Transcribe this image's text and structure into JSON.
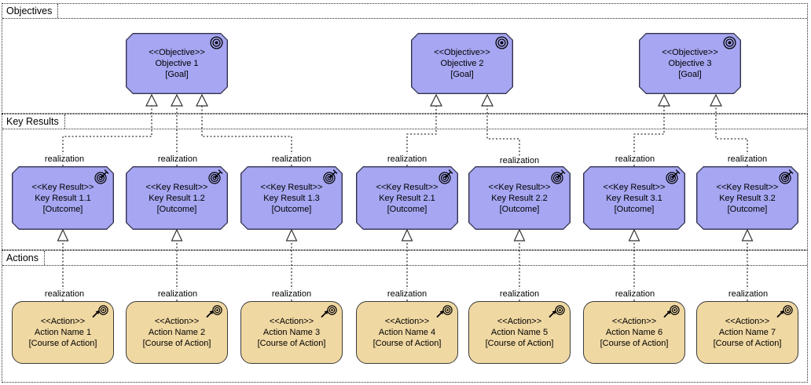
{
  "colors": {
    "objective_fill": "#a6a6f2",
    "objective_border": "#32324e",
    "action_fill": "#f0d8a3",
    "action_border": "#3c3c3c",
    "group_border": "#2a2a2a",
    "connector": "#333333",
    "text": "#000000",
    "background": "#ffffff"
  },
  "groups": [
    {
      "label": "Objectives"
    },
    {
      "label": "Key Results"
    },
    {
      "label": "Actions"
    }
  ],
  "relationship": {
    "label": "realization"
  },
  "nodes": {
    "objectives": [
      {
        "stereotype": "<<Objective>>",
        "name": "Objective 1",
        "type": "[Goal]",
        "icon": "goal-icon"
      },
      {
        "stereotype": "<<Objective>>",
        "name": "Objective 2",
        "type": "[Goal]",
        "icon": "goal-icon"
      },
      {
        "stereotype": "<<Objective>>",
        "name": "Objective 3",
        "type": "[Goal]",
        "icon": "goal-icon"
      }
    ],
    "key_results": [
      {
        "stereotype": "<<Key Result>>",
        "name": "Key Result 1.1",
        "type": "[Outcome]",
        "icon": "outcome-icon"
      },
      {
        "stereotype": "<<Key Result>>",
        "name": "Key Result 1.2",
        "type": "[Outcome]",
        "icon": "outcome-icon"
      },
      {
        "stereotype": "<<Key Result>>",
        "name": "Key Result 1.3",
        "type": "[Outcome]",
        "icon": "outcome-icon"
      },
      {
        "stereotype": "<<Key Result>>",
        "name": "Key Result 2.1",
        "type": "[Outcome]",
        "icon": "outcome-icon"
      },
      {
        "stereotype": "<<Key Result>>",
        "name": "Key Result 2.2",
        "type": "[Outcome]",
        "icon": "outcome-icon"
      },
      {
        "stereotype": "<<Key Result>>",
        "name": "Key Result 3.1",
        "type": "[Outcome]",
        "icon": "outcome-icon"
      },
      {
        "stereotype": "<<Key Result>>",
        "name": "Key Result 3.2",
        "type": "[Outcome]",
        "icon": "outcome-icon"
      }
    ],
    "actions": [
      {
        "stereotype": "<<Action>>",
        "name": "Action Name 1",
        "type": "[Course of Action]",
        "icon": "course-of-action-icon"
      },
      {
        "stereotype": "<<Action>>",
        "name": "Action Name 2",
        "type": "[Course of Action]",
        "icon": "course-of-action-icon"
      },
      {
        "stereotype": "<<Action>>",
        "name": "Action Name 3",
        "type": "[Course of Action]",
        "icon": "course-of-action-icon"
      },
      {
        "stereotype": "<<Action>>",
        "name": "Action Name 4",
        "type": "[Course of Action]",
        "icon": "course-of-action-icon"
      },
      {
        "stereotype": "<<Action>>",
        "name": "Action Name 5",
        "type": "[Course of Action]",
        "icon": "course-of-action-icon"
      },
      {
        "stereotype": "<<Action>>",
        "name": "Action Name 6",
        "type": "[Course of Action]",
        "icon": "course-of-action-icon"
      },
      {
        "stereotype": "<<Action>>",
        "name": "Action Name 7",
        "type": "[Course of Action]",
        "icon": "course-of-action-icon"
      }
    ]
  },
  "relationships": [
    {
      "from": "Key Result 1.1",
      "to": "Objective 1",
      "label": "realization"
    },
    {
      "from": "Key Result 1.2",
      "to": "Objective 1",
      "label": "realization"
    },
    {
      "from": "Key Result 1.3",
      "to": "Objective 1",
      "label": "realization"
    },
    {
      "from": "Key Result 2.1",
      "to": "Objective 2",
      "label": "realization"
    },
    {
      "from": "Key Result 2.2",
      "to": "Objective 2",
      "label": "realization"
    },
    {
      "from": "Key Result 3.1",
      "to": "Objective 3",
      "label": "realization"
    },
    {
      "from": "Key Result 3.2",
      "to": "Objective 3",
      "label": "realization"
    },
    {
      "from": "Action Name 1",
      "to": "Key Result 1.1",
      "label": "realization"
    },
    {
      "from": "Action Name 2",
      "to": "Key Result 1.2",
      "label": "realization"
    },
    {
      "from": "Action Name 3",
      "to": "Key Result 1.3",
      "label": "realization"
    },
    {
      "from": "Action Name 4",
      "to": "Key Result 2.1",
      "label": "realization"
    },
    {
      "from": "Action Name 5",
      "to": "Key Result 2.2",
      "label": "realization"
    },
    {
      "from": "Action Name 6",
      "to": "Key Result 3.1",
      "label": "realization"
    },
    {
      "from": "Action Name 7",
      "to": "Key Result 3.2",
      "label": "realization"
    }
  ]
}
